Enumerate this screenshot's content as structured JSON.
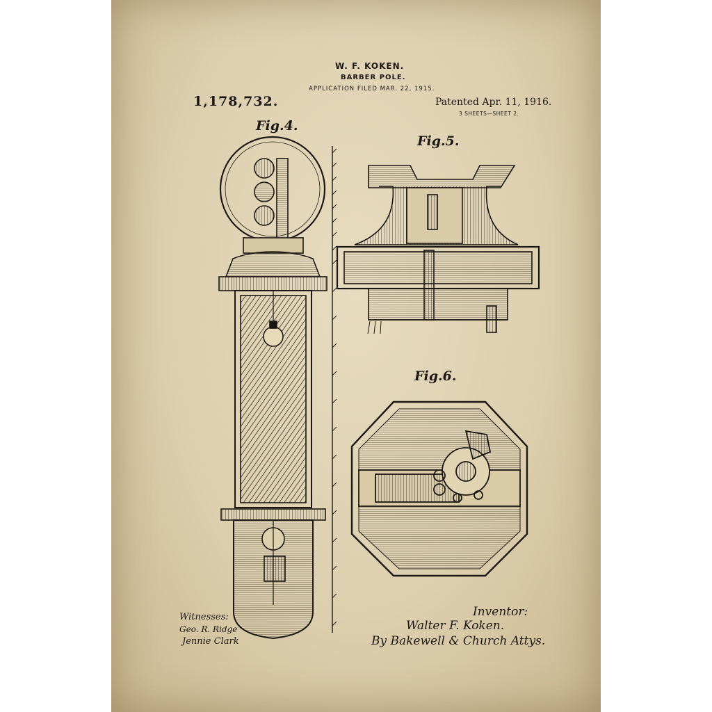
{
  "header": {
    "inventor": "W. F. KOKEN.",
    "title": "BARBER POLE.",
    "application": "APPLICATION FILED MAR. 22, 1915.",
    "patent_number": "1,178,732.",
    "patented": "Patented Apr. 11, 1916.",
    "sheets": "3 SHEETS—SHEET 2."
  },
  "figures": {
    "fig4": "Fig.4.",
    "fig5": "Fig.5.",
    "fig6": "Fig.6."
  },
  "signatures": {
    "witnesses_label": "Witnesses:",
    "witness_1": "Geo. R. Ridge",
    "witness_2": "Jennie Clark",
    "inventor_label": "Inventor:",
    "inventor": "Walter F. Koken.",
    "attorney": "By Bakewell & Church Attys."
  },
  "colors": {
    "paper": "#dccfae",
    "ink": "#1c1712"
  }
}
